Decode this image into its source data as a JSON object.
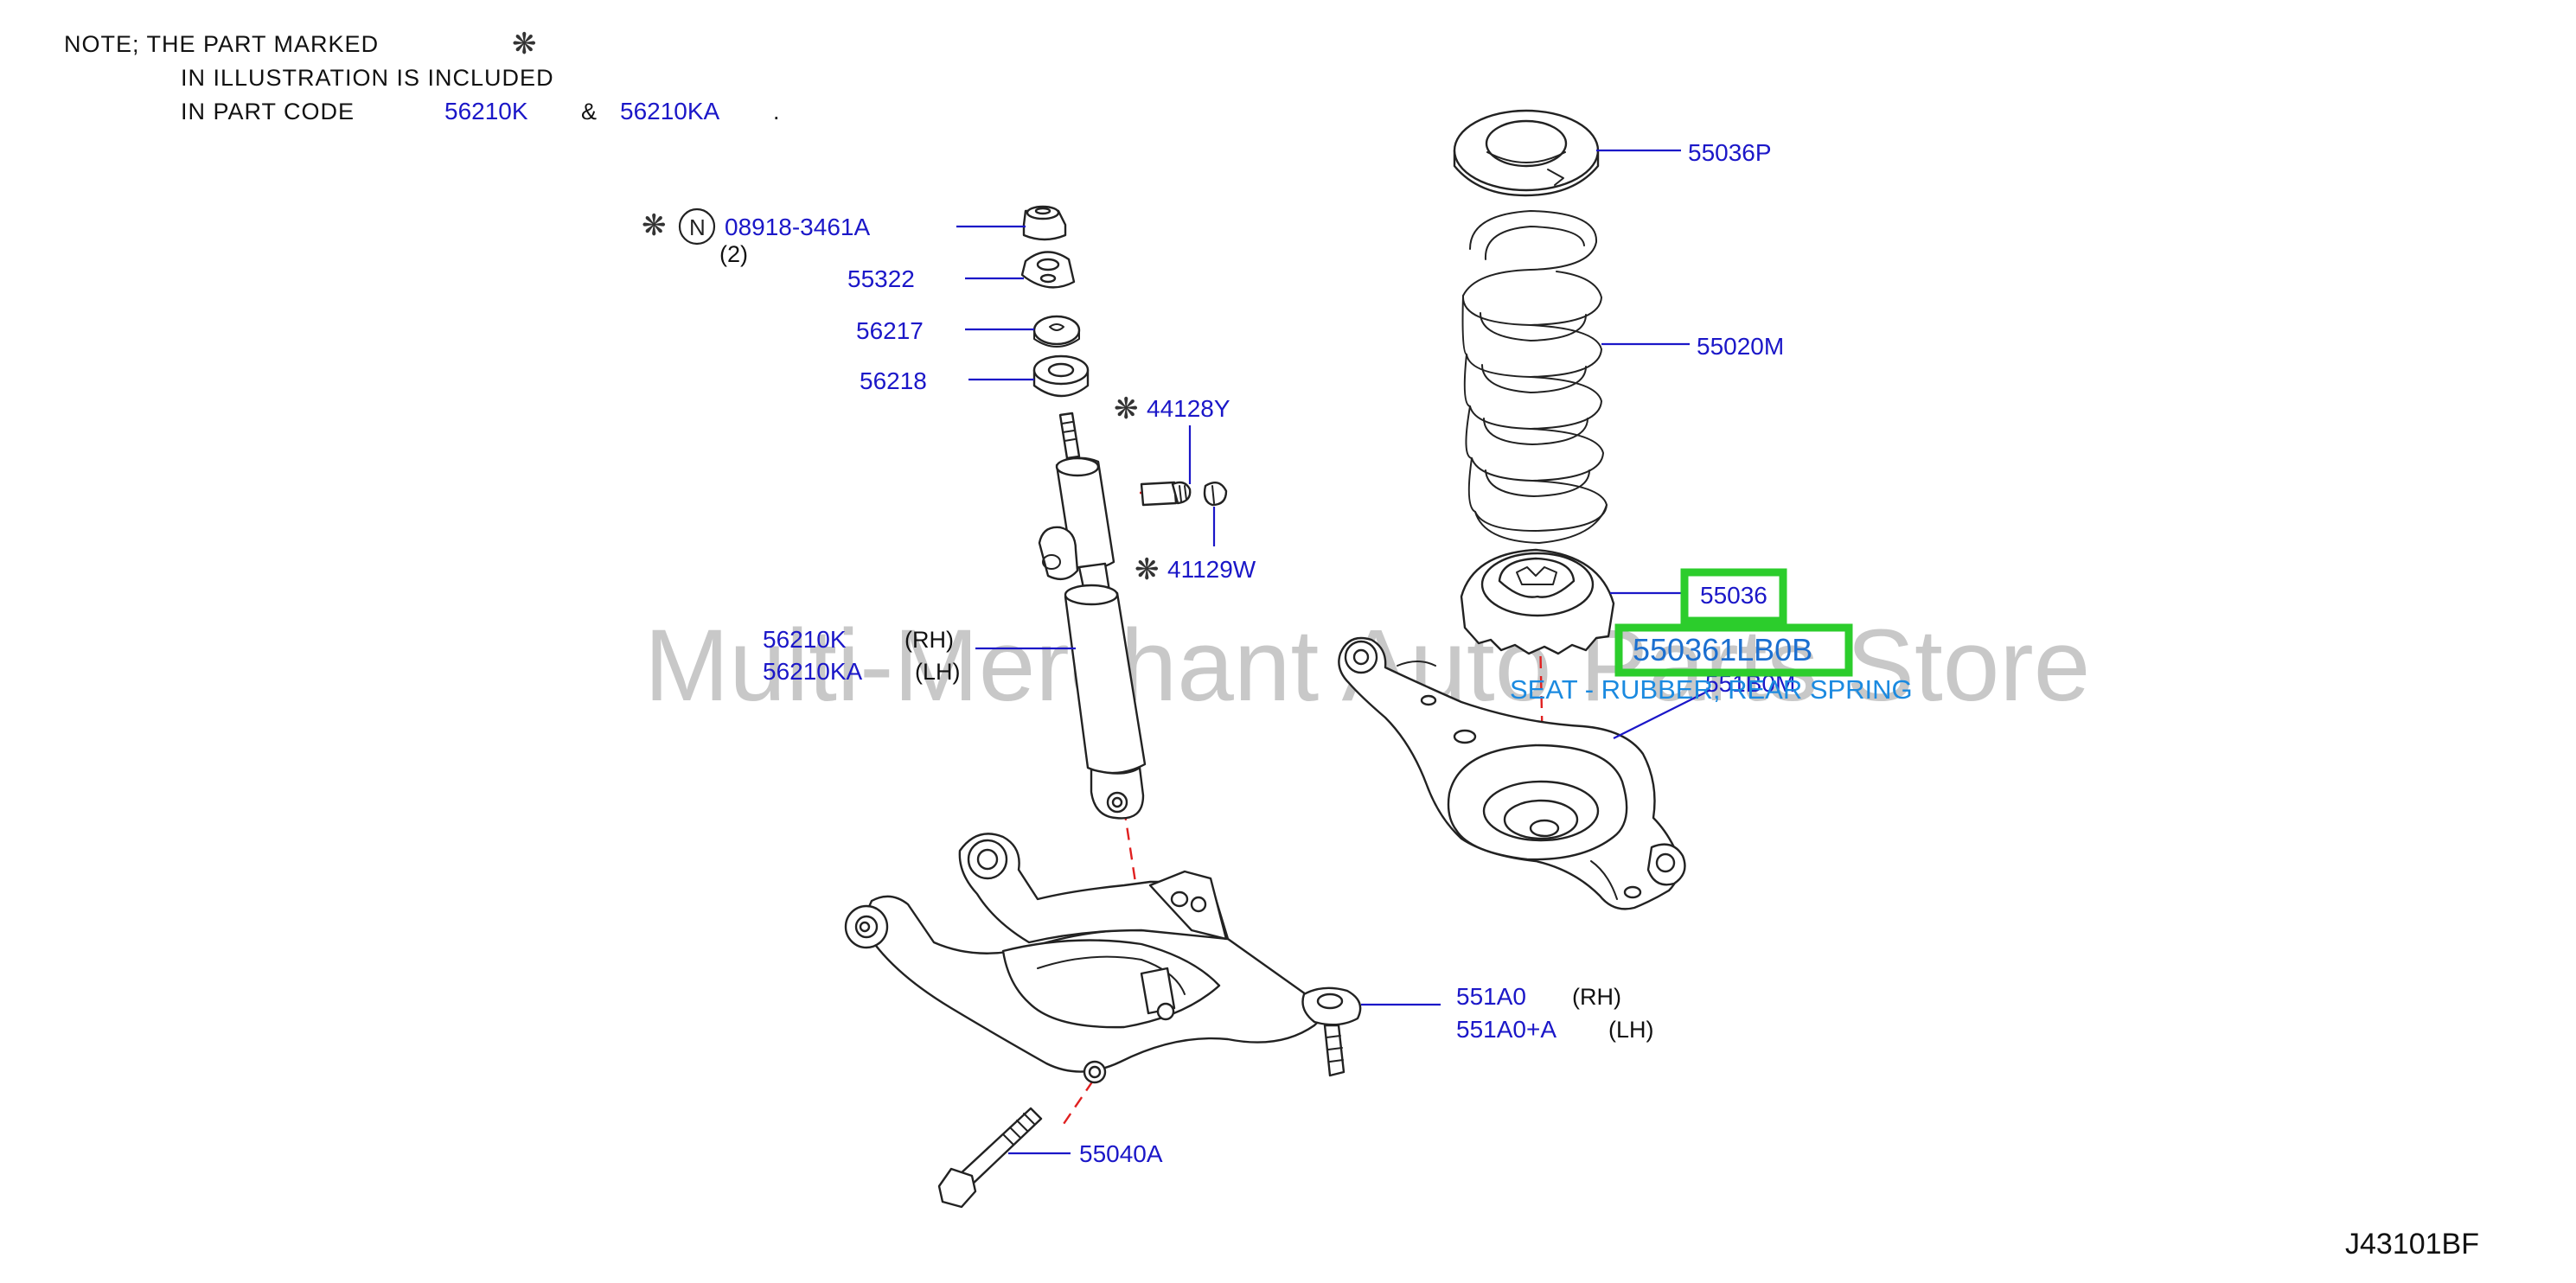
{
  "note": {
    "line1_prefix": "NOTE;   THE   PART   MARKED",
    "line2": "IN   ILLUSTRATION   IS   INCLUDED",
    "line3_prefix": "IN   PART   CODE",
    "code_a": "56210K",
    "ampersand": "&",
    "code_b": "56210KA",
    "period": "."
  },
  "marker_glyph": "❋",
  "n_marker": "N",
  "parts": {
    "p08918": "08918-3461A",
    "p08918_qty": "(2)",
    "p55322": "55322",
    "p56217": "56217",
    "p56218": "56218",
    "p44128Y": "44128Y",
    "p41129W": "41129W",
    "p56210K": "56210K",
    "p56210K_side": "(RH)",
    "p56210KA": "56210KA",
    "p56210KA_side": "(LH)",
    "p55036P": "55036P",
    "p55020M": "55020M",
    "p55036": "55036",
    "p551B0M": "551B0M",
    "p551A0": "551A0",
    "p551A0_side": "(RH)",
    "p551A0A": "551A0+A",
    "p551A0A_side": "(LH)",
    "p55040A": "55040A"
  },
  "highlight": {
    "part_number": "550361LB0B",
    "description": "SEAT - RUBBER, REAR SPRING",
    "color": "#2ccd2c"
  },
  "watermark": "Multi-Merchant Auto Parts Store",
  "diagram_code": "J43101BF",
  "colors": {
    "part_number": "#1b17c8",
    "leader_line": "#1b17c8",
    "centerline": "#e02020"
  }
}
